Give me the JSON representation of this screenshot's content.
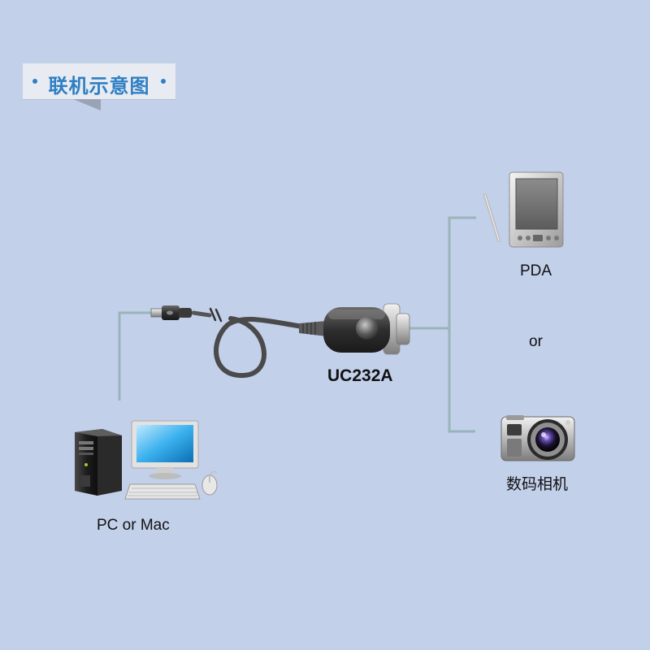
{
  "title": "联机示意图",
  "device": {
    "model": "UC232A"
  },
  "host": {
    "label": "PC or Mac"
  },
  "targets": {
    "pda": "PDA",
    "or": "or",
    "camera": "数码相机"
  },
  "colors": {
    "background": "#c3d0ea",
    "title_text": "#2e7fc4",
    "connector_line": "#98b5b9"
  }
}
